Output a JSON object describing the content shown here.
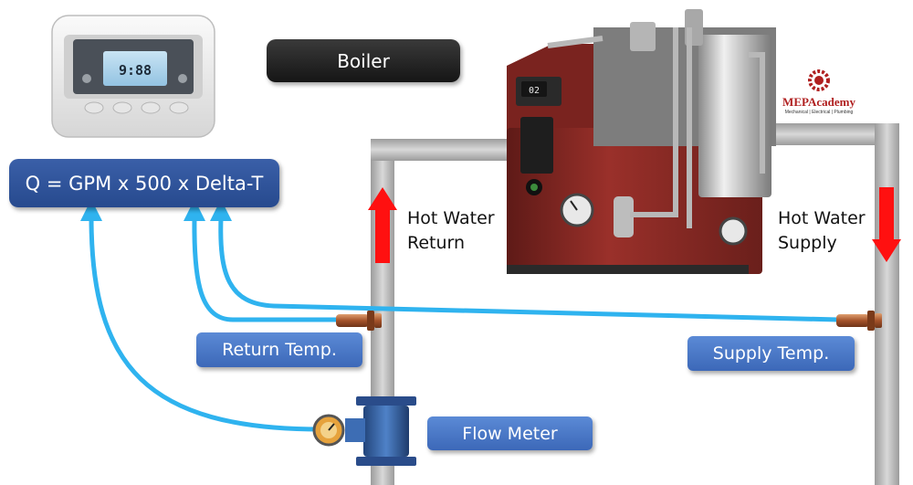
{
  "labels": {
    "boiler": "Boiler",
    "formula": "Q = GPM x 500 x Delta-T",
    "hot_water_return": "Hot Water\nReturn",
    "hot_water_supply": "Hot Water\nSupply",
    "return_temp": "Return Temp.",
    "supply_temp": "Supply Temp.",
    "flow_meter": "Flow Meter"
  },
  "thermostat": {
    "display_value": "9:88"
  },
  "boiler_panel": {
    "display_value": "02"
  },
  "brand": {
    "name": "MEPAcademy",
    "tagline": "Mechanical | Electrical | Plumbing"
  },
  "colors": {
    "pipe": "#c2c2c2",
    "arrow": "#ff1010",
    "signal_line": "#2fb3ef",
    "label_box": "#4a78c8",
    "formula_box": "#2f5399",
    "boiler_box": "#222222",
    "boiler_body": "#8e2a25"
  },
  "icons": {
    "thermostat": "thermostat-icon",
    "boiler": "boiler-icon",
    "flow_meter": "flow-meter-icon",
    "return_sensor": "temperature-sensor-icon",
    "supply_sensor": "temperature-sensor-icon",
    "logo": "gear-logo-icon"
  }
}
